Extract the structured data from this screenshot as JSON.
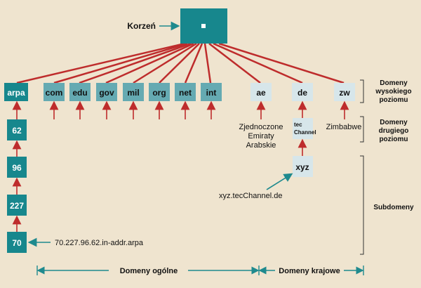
{
  "root": {
    "label": "Korzeń",
    "box_text": "."
  },
  "generic_tlds": [
    "arpa",
    "com",
    "edu",
    "gov",
    "mil",
    "org",
    "net",
    "int"
  ],
  "country_tlds": [
    "ae",
    "de",
    "zw"
  ],
  "arpa_chain": [
    "62",
    "96",
    "227",
    "70"
  ],
  "arpa_chain_label": "70.227.96.62.in-addr.arpa",
  "second_level": {
    "ae_desc": [
      "Zjednoczone",
      "Emiraty",
      "Arabskie"
    ],
    "tec_channel": [
      "tec",
      "Channel"
    ],
    "zw_desc": "Zimbabwe"
  },
  "subdomain": {
    "box": "xyz",
    "label": "xyz.tecChannel.de"
  },
  "side_labels": {
    "top_level": [
      "Domeny",
      "wysokiego",
      "poziomu"
    ],
    "second_level": [
      "Domeny",
      "drugiego",
      "poziomu"
    ],
    "subdomains": "Subdomeny"
  },
  "bottom_labels": {
    "generic": "Domeny ogólne",
    "country": "Domeny krajowe"
  },
  "colors": {
    "background": "#efe4cf",
    "teal_dark": "#17878d",
    "teal_light": "#65aab2",
    "pale_box": "#d7e6ea",
    "line_red": "#be2c2c",
    "arrow_teal": "#1f8a8e",
    "bracket": "#333333"
  }
}
